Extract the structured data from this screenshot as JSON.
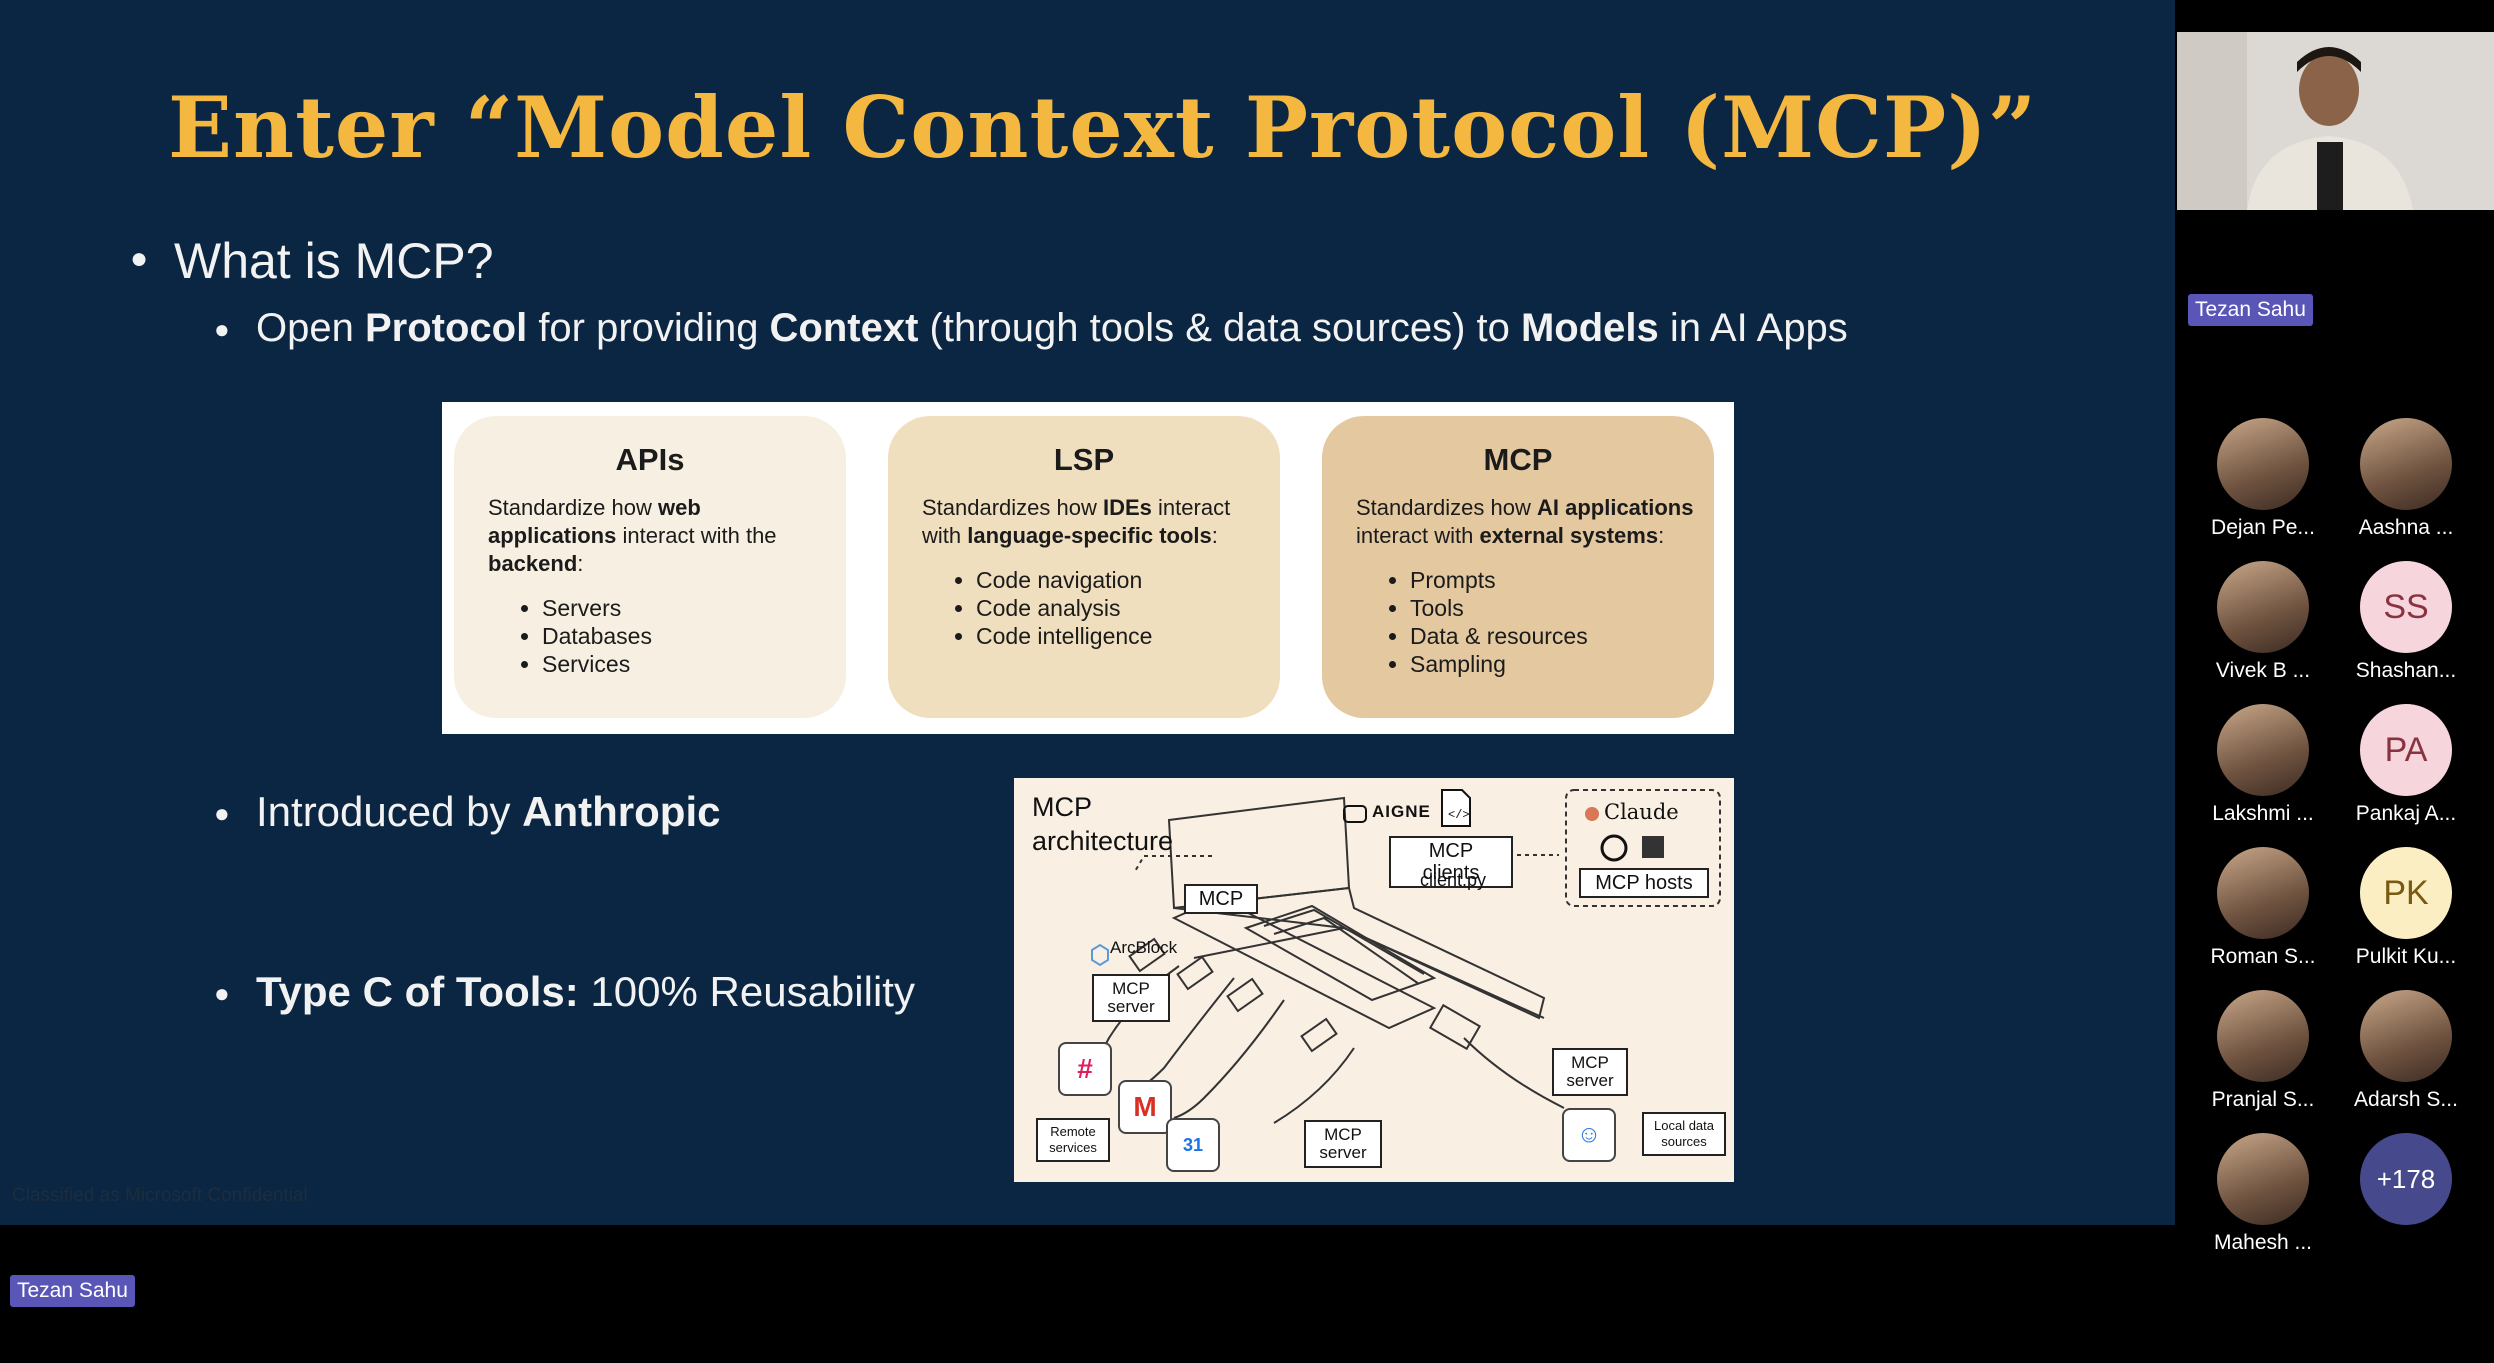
{
  "slide": {
    "title": "Enter “Model Context Protocol (MCP)”",
    "bullet1": "What is MCP?",
    "bullet2": {
      "p1": "Open ",
      "b1": "Protocol",
      "p2": " for providing ",
      "b2": "Context",
      "p3": " (through tools & data sources) to ",
      "b3": "Models",
      "p4": " in AI Apps"
    },
    "bullet3": {
      "p1": "Introduced by ",
      "b1": "Anthropic"
    },
    "bullet4": {
      "b1": "Type C of Tools:",
      "p1": " 100% Reusability"
    },
    "compare": {
      "apis": {
        "title": "APIs",
        "d1": "Standardize how ",
        "d2": "web applications",
        "d3": " interact with the ",
        "d4": "backend",
        "d5": ":",
        "items": [
          "Servers",
          "Databases",
          "Services"
        ]
      },
      "lsp": {
        "title": "LSP",
        "d1": "Standardizes how ",
        "d2": "IDEs",
        "d3": " interact with ",
        "d4": "language-specific tools",
        "d5": ":",
        "items": [
          "Code navigation",
          "Code analysis",
          "Code intelligence"
        ]
      },
      "mcp": {
        "title": "MCP",
        "d1": "Standardizes how ",
        "d2": "AI applications",
        "d3": " interact with ",
        "d4": "external systems",
        "d5": ":",
        "items": [
          "Prompts",
          "Tools",
          "Data & resources",
          "Sampling"
        ]
      }
    },
    "arch": {
      "title_line1": "MCP",
      "title_line2": "architecture",
      "aigne": "AIGNE",
      "claude": "Claude",
      "mcp_clients": "MCP clients",
      "client_py": "client.py",
      "mcp_hosts": "MCP hosts",
      "mcp": "MCP",
      "arcblock": "ArcBlock",
      "server_a": "MCP server",
      "server_b": "MCP server",
      "server_c": "MCP server",
      "remote": "Remote services",
      "local": "Local data sources",
      "calendar_day": "31"
    },
    "confidential": "Classified as Microsoft Confidential"
  },
  "meeting": {
    "speaker_name": "Tezan Sahu",
    "presenter_tag": "Tezan Sahu",
    "participants": [
      {
        "name": "Dejan Pe...",
        "initials": ""
      },
      {
        "name": "Aashna ...",
        "initials": ""
      },
      {
        "name": "Vivek B ...",
        "initials": ""
      },
      {
        "name": "Shashan...",
        "initials": "SS"
      },
      {
        "name": "Lakshmi ...",
        "initials": ""
      },
      {
        "name": "Pankaj A...",
        "initials": "PA"
      },
      {
        "name": "Roman S...",
        "initials": ""
      },
      {
        "name": "Pulkit Ku...",
        "initials": "PK"
      },
      {
        "name": "Pranjal S...",
        "initials": ""
      },
      {
        "name": "Adarsh S...",
        "initials": ""
      },
      {
        "name": "Mahesh ...",
        "initials": ""
      }
    ],
    "more_count": "+178"
  }
}
